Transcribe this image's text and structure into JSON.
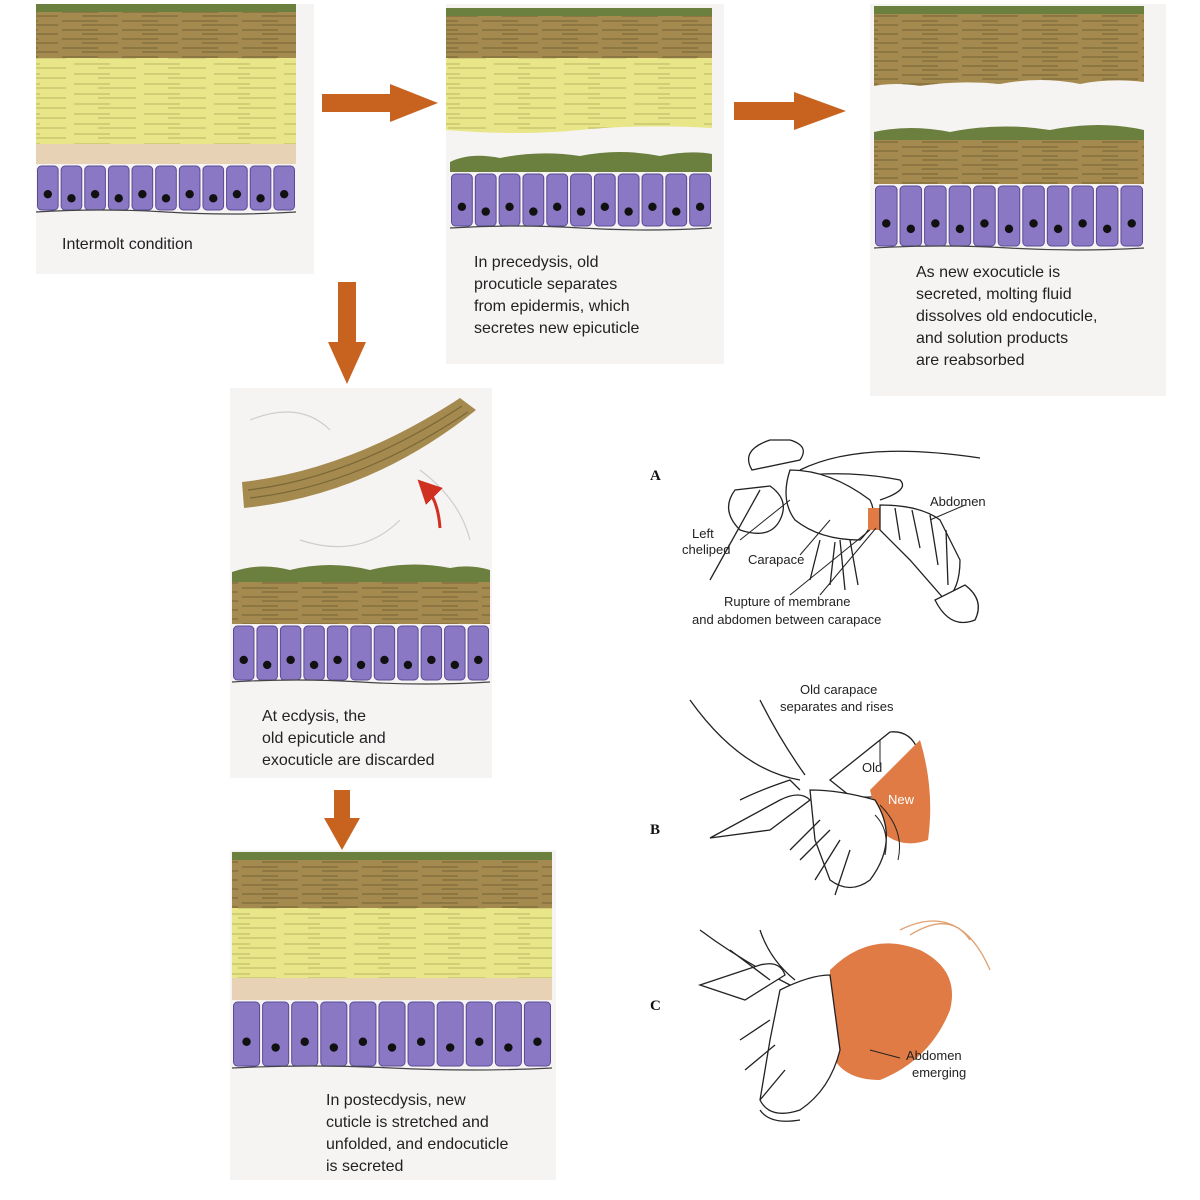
{
  "colors": {
    "epicuticle": "#6b7f3e",
    "exocuticle": "#a48a4e",
    "endocuticle": "#e9e68a",
    "membrane": "#e7d2b6",
    "epidermis": "#8a78c4",
    "nucleus": "#111111",
    "arrow": "#c8631f",
    "new_shell": "#e07b45"
  },
  "stages": {
    "intermolt": {
      "caption": "Intermolt condition"
    },
    "precedysis": {
      "caption_lines": [
        "In precedysis, old",
        "procuticle separates",
        "from epidermis, which",
        "secretes new epicuticle"
      ]
    },
    "exocuticle": {
      "caption_lines": [
        "As new exocuticle is",
        "secreted, molting fluid",
        "dissolves old endocuticle,",
        "and solution products",
        "are reabsorbed"
      ]
    },
    "ecdysis": {
      "caption_lines": [
        "At ecdysis, the",
        "old epicuticle and",
        "exocuticle are discarded"
      ]
    },
    "postecdysis": {
      "caption_lines": [
        "In postecdysis, new",
        "cuticle is stretched and",
        "unfolded, and endocuticle",
        "is secreted"
      ]
    }
  },
  "crayfish": {
    "A": {
      "letter": "A",
      "labels": {
        "left_cheliped_1": "Left",
        "left_cheliped_2": "cheliped",
        "carapace": "Carapace",
        "abdomen": "Abdomen",
        "rupture_1": "Rupture of membrane",
        "rupture_2": "and abdomen between carapace"
      }
    },
    "B": {
      "letter": "B",
      "labels": {
        "old_carapace_1": "Old carapace",
        "old_carapace_2": "separates and rises",
        "old": "Old",
        "new": "New"
      }
    },
    "C": {
      "letter": "C",
      "labels": {
        "emerging_1": "Abdomen",
        "emerging_2": "emerging"
      }
    }
  }
}
